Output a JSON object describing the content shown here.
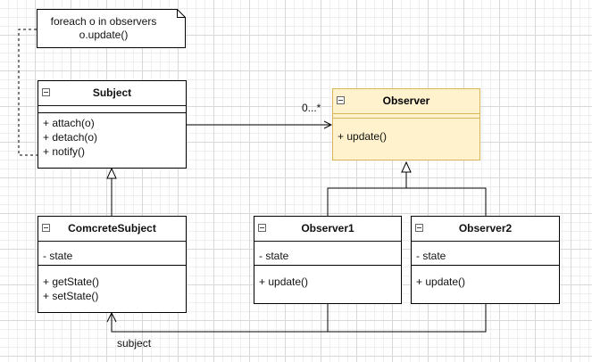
{
  "note": {
    "lines": [
      "foreach o in observers",
      "o.update()"
    ]
  },
  "classes": {
    "subject": {
      "name": "Subject",
      "attributes": [],
      "methods": [
        "+ attach(o)",
        "+ detach(o)",
        "+ notify()"
      ]
    },
    "observer": {
      "name": "Observer",
      "attributes": [],
      "methods": [
        "+ update()"
      ]
    },
    "concrete_subject": {
      "name": "ComcreteSubject",
      "attributes": [
        "- state"
      ],
      "methods": [
        "+ getState()",
        "+ setState()"
      ]
    },
    "observer1": {
      "name": "Observer1",
      "attributes": [
        "- state"
      ],
      "methods": [
        "+ update()"
      ]
    },
    "observer2": {
      "name": "Observer2",
      "attributes": [
        "- state"
      ],
      "methods": [
        "+ update()"
      ]
    }
  },
  "edges": {
    "association_multiplicity": "0...*",
    "subject_role_label": "subject"
  },
  "colors": {
    "observer_fill": "#fff2cc",
    "observer_border": "#d6b656",
    "line": "#000000"
  }
}
